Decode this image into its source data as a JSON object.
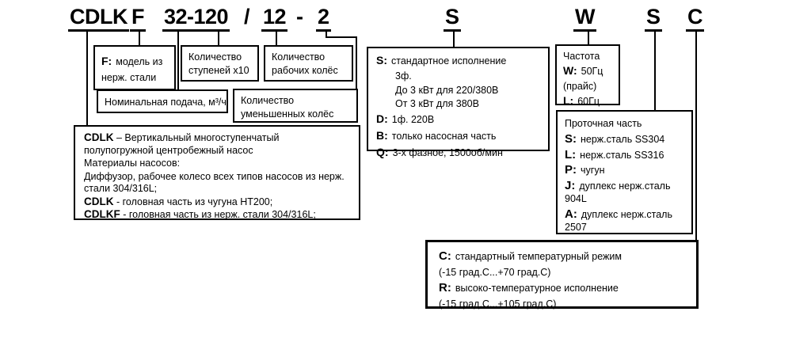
{
  "colors": {
    "ink": "#000000",
    "background": "#ffffff"
  },
  "header": {
    "parts": [
      {
        "text": "CDLK"
      },
      {
        "text": "F"
      },
      {
        "text": "32-120"
      },
      {
        "text": "/"
      },
      {
        "text": "12"
      },
      {
        "text": "-"
      },
      {
        "text": "2"
      },
      {
        "text": "S"
      },
      {
        "text": "W"
      },
      {
        "text": "S"
      },
      {
        "text": "C"
      }
    ]
  },
  "boxes": {
    "f_model": {
      "prefix": "F:",
      "text": "модель из нерж. стали"
    },
    "stages": {
      "text": "Количество ступеней x10"
    },
    "impellers": {
      "text": "Количество рабочих колёс"
    },
    "flow": {
      "text": "Номинальная подача, м³/ч"
    },
    "reduced": {
      "text": "Количество уменьшенных колёс"
    },
    "cdlk": {
      "lines": [
        {
          "b": "CDLK",
          "t": " – Вертикальный многоступенчатый полупогружной центробежный насос"
        },
        {
          "b": "",
          "t": "Материалы насосов:"
        },
        {
          "b": "",
          "t": "Диффузор, рабочее колесо всех типов насосов из нерж. стали 304/316L;"
        },
        {
          "b": "CDLK",
          "t": " - головная часть из чугуна HT200;"
        },
        {
          "b": "CDLKF",
          "t": " - головная часть из нерж. стали 304/316L;"
        }
      ]
    },
    "power": {
      "lines": [
        {
          "b": "S:",
          "t": "стандартное исполнение"
        },
        {
          "b": "",
          "t": "3ф."
        },
        {
          "b": "",
          "t": "До 3 кВт для 220/380В"
        },
        {
          "b": "",
          "t": "От 3 кВт для 380В"
        },
        {
          "b": "D:",
          "t": "1ф. 220В"
        },
        {
          "b": "B:",
          "t": "только насосная часть"
        },
        {
          "b": "Q:",
          "t": "3-х фазное, 1500об/мин"
        }
      ]
    },
    "frequency": {
      "title": "Частота",
      "lines": [
        {
          "b": "W:",
          "t": "50Гц"
        },
        {
          "b": "",
          "t": "(прайс)"
        },
        {
          "b": "L:",
          "t": "60Гц"
        }
      ]
    },
    "flowpath": {
      "title": "Проточная часть",
      "lines": [
        {
          "b": "S:",
          "t": "нерж.сталь SS304"
        },
        {
          "b": "L:",
          "t": "нерж.сталь SS316"
        },
        {
          "b": "P:",
          "t": "чугун"
        },
        {
          "b": "J:",
          "t": "дуплекс нерж.сталь 904L"
        },
        {
          "b": "A:",
          "t": "дуплекс нерж.сталь 2507"
        }
      ]
    },
    "temperature": {
      "lines": [
        {
          "b": "C:",
          "t": "стандартный температурный режим"
        },
        {
          "b": "",
          "t": "(-15 град.С...+70 град.С)"
        },
        {
          "b": "R:",
          "t": "высоко-температурное исполнение"
        },
        {
          "b": "",
          "t": "(-15 град.С...+105 град.С)"
        }
      ]
    }
  }
}
